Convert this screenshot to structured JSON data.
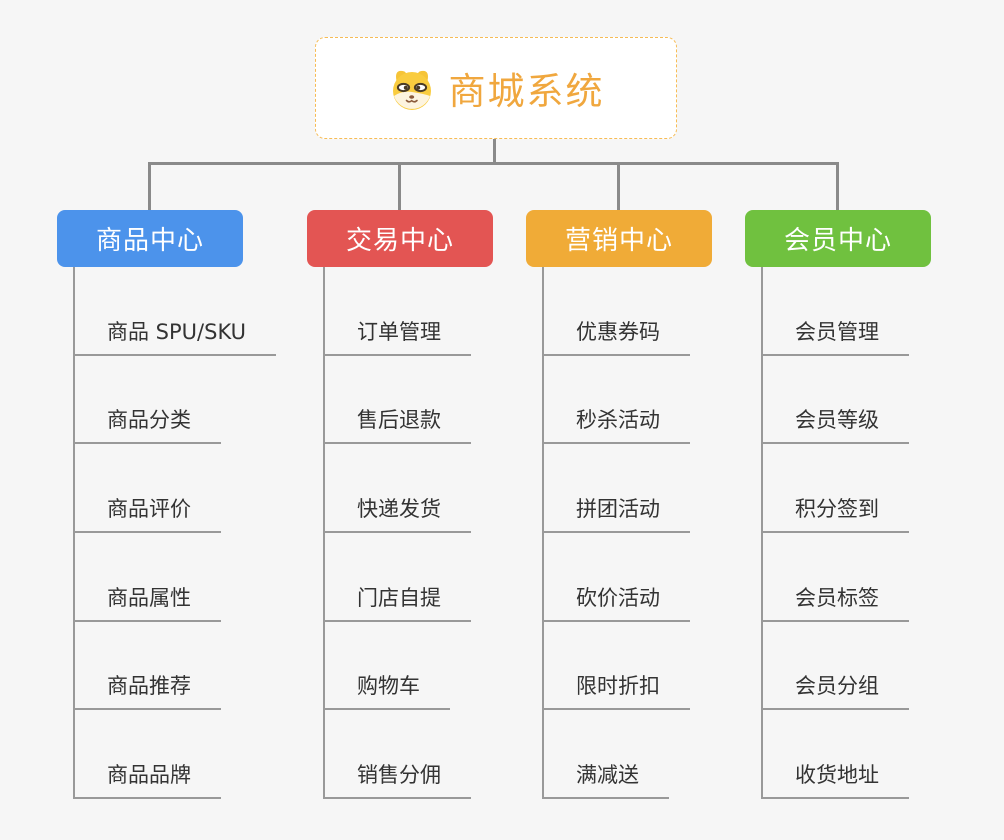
{
  "css_vars": {
    "page-bg": "#F6F6F6",
    "root-border": "#F7BC55",
    "root-text": "#F0A73E",
    "connector": "#8A8A8A",
    "leaf-line": "#999999",
    "leaf-text": "#333333"
  },
  "root": {
    "title": "商城系统",
    "icon": "dog-face-icon",
    "text_color": "#F0A73E",
    "border_color": "#F7BC55"
  },
  "branches": [
    {
      "label": "商品中心",
      "color": "#4C93EB",
      "children": [
        "商品 SPU/SKU",
        "商品分类",
        "商品评价",
        "商品属性",
        "商品推荐",
        "商品品牌"
      ]
    },
    {
      "label": "交易中心",
      "color": "#E35553",
      "children": [
        "订单管理",
        "售后退款",
        "快递发货",
        "门店自提",
        "购物车",
        "销售分佣"
      ]
    },
    {
      "label": "营销中心",
      "color": "#F0AB37",
      "children": [
        "优惠券码",
        "秒杀活动",
        "拼团活动",
        "砍价活动",
        "限时折扣",
        "满减送"
      ]
    },
    {
      "label": "会员中心",
      "color": "#70C13F",
      "children": [
        "会员管理",
        "会员等级",
        "积分签到",
        "会员标签",
        "会员分组",
        "收货地址"
      ]
    }
  ]
}
